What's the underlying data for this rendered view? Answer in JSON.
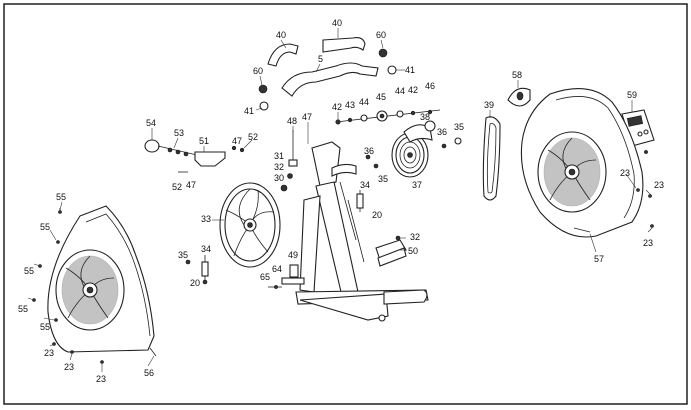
{
  "callouts": [
    {
      "id": "c40a",
      "text": "40"
    },
    {
      "id": "c40b",
      "text": "40"
    },
    {
      "id": "c60a",
      "text": "60"
    },
    {
      "id": "c60b",
      "text": "60"
    },
    {
      "id": "c5",
      "text": "5"
    },
    {
      "id": "c41a",
      "text": "41"
    },
    {
      "id": "c41b",
      "text": "41"
    },
    {
      "id": "c54",
      "text": "54"
    },
    {
      "id": "c53",
      "text": "53"
    },
    {
      "id": "c51",
      "text": "51"
    },
    {
      "id": "c47a",
      "text": "47"
    },
    {
      "id": "c52a",
      "text": "52"
    },
    {
      "id": "c48",
      "text": "48"
    },
    {
      "id": "c47b",
      "text": "47"
    },
    {
      "id": "c42a",
      "text": "42"
    },
    {
      "id": "c43",
      "text": "43"
    },
    {
      "id": "c44a",
      "text": "44"
    },
    {
      "id": "c45",
      "text": "45"
    },
    {
      "id": "c44b",
      "text": "44"
    },
    {
      "id": "c42b",
      "text": "42"
    },
    {
      "id": "c46",
      "text": "46"
    },
    {
      "id": "c58",
      "text": "58"
    },
    {
      "id": "c39",
      "text": "39"
    },
    {
      "id": "c59",
      "text": "59"
    },
    {
      "id": "c38",
      "text": "38"
    },
    {
      "id": "c35a",
      "text": "35"
    },
    {
      "id": "c36a",
      "text": "36"
    },
    {
      "id": "c36b",
      "text": "36"
    },
    {
      "id": "c37",
      "text": "37"
    },
    {
      "id": "c31",
      "text": "31"
    },
    {
      "id": "c32a",
      "text": "32"
    },
    {
      "id": "c30",
      "text": "30"
    },
    {
      "id": "c52b",
      "text": "52"
    },
    {
      "id": "c47c",
      "text": "47"
    },
    {
      "id": "c34a",
      "text": "34"
    },
    {
      "id": "c35b",
      "text": "35"
    },
    {
      "id": "c20a",
      "text": "20"
    },
    {
      "id": "c33",
      "text": "33"
    },
    {
      "id": "c55a",
      "text": "55"
    },
    {
      "id": "c55b",
      "text": "55"
    },
    {
      "id": "c55c",
      "text": "55"
    },
    {
      "id": "c55d",
      "text": "55"
    },
    {
      "id": "c55e",
      "text": "55"
    },
    {
      "id": "c34b",
      "text": "34"
    },
    {
      "id": "c35c",
      "text": "35"
    },
    {
      "id": "c20b",
      "text": "20"
    },
    {
      "id": "c32b",
      "text": "32"
    },
    {
      "id": "c50",
      "text": "50"
    },
    {
      "id": "c49",
      "text": "49"
    },
    {
      "id": "c64",
      "text": "64"
    },
    {
      "id": "c65",
      "text": "65"
    },
    {
      "id": "c23a",
      "text": "23"
    },
    {
      "id": "c23b",
      "text": "23"
    },
    {
      "id": "c23c",
      "text": "23"
    },
    {
      "id": "c56",
      "text": "56"
    },
    {
      "id": "c57",
      "text": "57"
    },
    {
      "id": "c23d",
      "text": "23"
    },
    {
      "id": "c23e",
      "text": "23"
    },
    {
      "id": "c23f",
      "text": "23"
    }
  ]
}
